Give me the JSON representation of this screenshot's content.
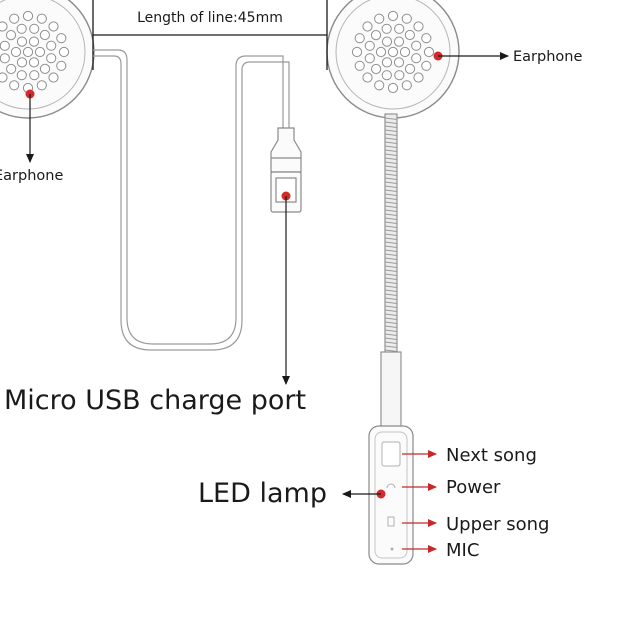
{
  "dimension": {
    "label": "Length of line:45mm"
  },
  "labels": {
    "earphone_right": "Earphone",
    "earphone_left": "Earphone",
    "usb_port": "Micro USB charge port",
    "led_lamp": "LED lamp",
    "next_song": "Next song",
    "power": "Power",
    "upper_song": "Upper song",
    "mic": "MIC"
  },
  "colors": {
    "callout_dot": "#d42a2a",
    "red_arrow": "#c8282a",
    "outline": "#8a8a8a",
    "text": "#1a1a1a"
  }
}
